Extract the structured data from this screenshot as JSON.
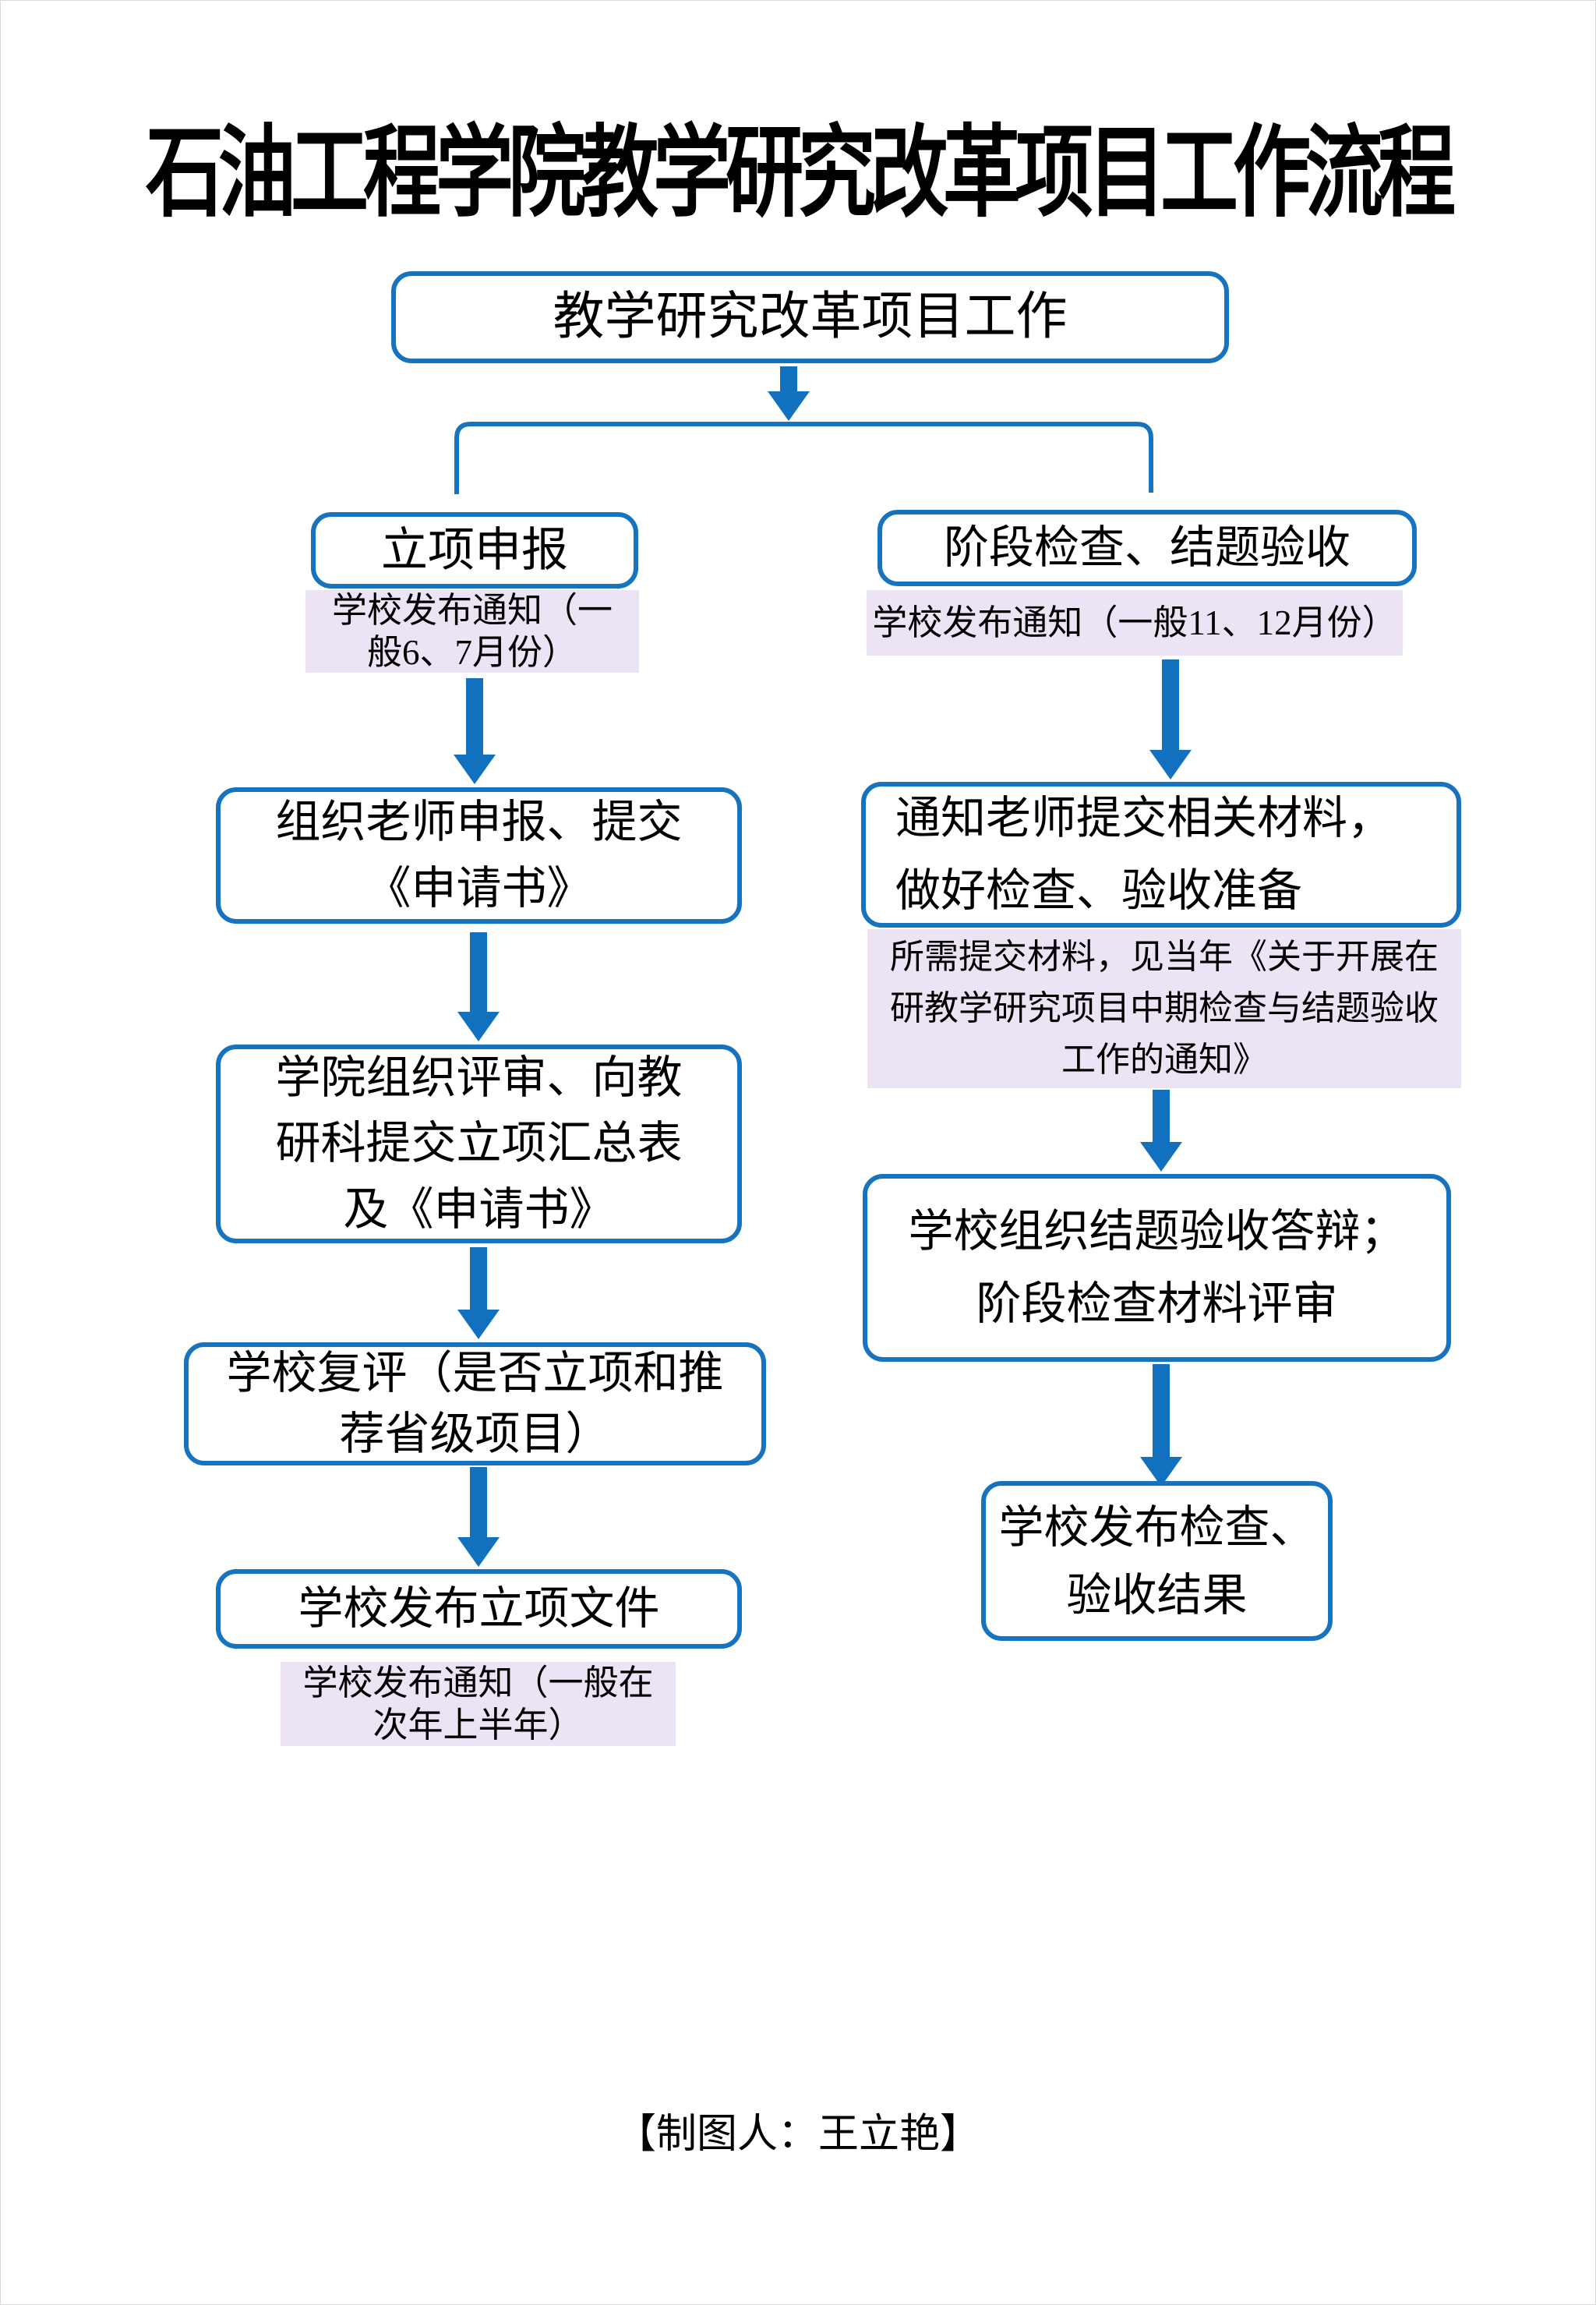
{
  "page": {
    "title": "石油工程学院教学研究改革项目工作流程",
    "footer": "【制图人：王立艳】"
  },
  "colors": {
    "box_border_blue": "#1773BE",
    "arrow_blue": "#1171BE",
    "note_background": "#ECE3F5",
    "text_black": "#000000"
  },
  "flow": {
    "root": {
      "lines": [
        "教学研究改革项目工作"
      ]
    },
    "left": {
      "step1": {
        "lines": [
          "立项申报"
        ]
      },
      "note1": {
        "lines": [
          "学校发布通知（一",
          "般6、7月份）"
        ]
      },
      "step2": {
        "lines": [
          "组织老师申报、提交",
          "《申请书》"
        ]
      },
      "step3": {
        "lines": [
          "学院组织评审、向教",
          "研科提交立项汇总表",
          "及《申请书》"
        ]
      },
      "step4": {
        "lines": [
          "学校复评（是否立项和推",
          "荐省级项目）"
        ]
      },
      "step5": {
        "lines": [
          "学校发布立项文件"
        ]
      },
      "note2": {
        "lines": [
          "学校发布通知（一般在",
          "次年上半年）"
        ]
      }
    },
    "right": {
      "step1": {
        "lines": [
          "阶段检查、结题验收"
        ]
      },
      "note1": {
        "lines": [
          "学校发布通知（一般11、12月份）"
        ]
      },
      "step2": {
        "lines": [
          "通知老师提交相关材料，",
          "做好检查、验收准备"
        ]
      },
      "note2": {
        "lines": [
          "所需提交材料，见当年《关于开展在",
          "研教学研究项目中期检查与结题验收",
          "工作的通知》"
        ]
      },
      "step3": {
        "lines": [
          "学校组织结题验收答辩；",
          "阶段检查材料评审"
        ]
      },
      "step4": {
        "lines": [
          "学校发布检查、",
          "验收结果"
        ]
      }
    }
  }
}
